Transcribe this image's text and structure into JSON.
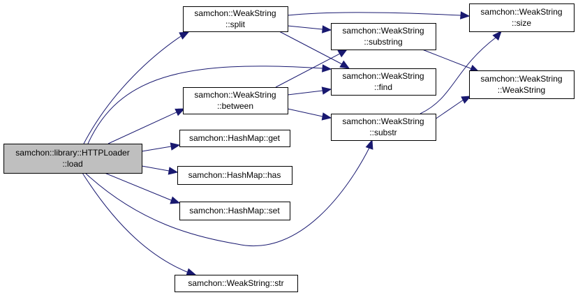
{
  "graph": {
    "title": "Call graph of samchon::library::HTTPLoader::load",
    "colors": {
      "edge": "#191970",
      "root_fill": "#bfbfbf",
      "node_fill": "#ffffff",
      "border": "#000000"
    },
    "nodes": {
      "load": {
        "id": "load",
        "lines": [
          "samchon::library::HTTPLoader",
          "::load"
        ],
        "root": true
      },
      "split": {
        "id": "split",
        "lines": [
          "samchon::WeakString",
          "::split"
        ]
      },
      "between": {
        "id": "between",
        "lines": [
          "samchon::WeakString",
          "::between"
        ]
      },
      "get": {
        "id": "get",
        "lines": [
          "samchon::HashMap::get"
        ]
      },
      "has": {
        "id": "has",
        "lines": [
          "samchon::HashMap::has"
        ]
      },
      "set": {
        "id": "set",
        "lines": [
          "samchon::HashMap::set"
        ]
      },
      "str": {
        "id": "str",
        "lines": [
          "samchon::WeakString::str"
        ]
      },
      "substring": {
        "id": "substring",
        "lines": [
          "samchon::WeakString",
          "::substring"
        ]
      },
      "find": {
        "id": "find",
        "lines": [
          "samchon::WeakString",
          "::find"
        ]
      },
      "substr": {
        "id": "substr",
        "lines": [
          "samchon::WeakString",
          "::substr"
        ]
      },
      "size": {
        "id": "size",
        "lines": [
          "samchon::WeakString",
          "::size"
        ]
      },
      "weakstring": {
        "id": "weakstring",
        "lines": [
          "samchon::WeakString",
          "::WeakString"
        ]
      }
    },
    "edges": [
      {
        "from": "load",
        "to": "split"
      },
      {
        "from": "load",
        "to": "find"
      },
      {
        "from": "load",
        "to": "between"
      },
      {
        "from": "load",
        "to": "get"
      },
      {
        "from": "load",
        "to": "has"
      },
      {
        "from": "load",
        "to": "set"
      },
      {
        "from": "load",
        "to": "substr"
      },
      {
        "from": "load",
        "to": "str"
      },
      {
        "from": "split",
        "to": "size"
      },
      {
        "from": "split",
        "to": "substring"
      },
      {
        "from": "split",
        "to": "find"
      },
      {
        "from": "between",
        "to": "substring"
      },
      {
        "from": "between",
        "to": "find"
      },
      {
        "from": "between",
        "to": "substr"
      },
      {
        "from": "substring",
        "to": "weakstring"
      },
      {
        "from": "substr",
        "to": "size"
      },
      {
        "from": "substr",
        "to": "weakstring"
      }
    ]
  }
}
